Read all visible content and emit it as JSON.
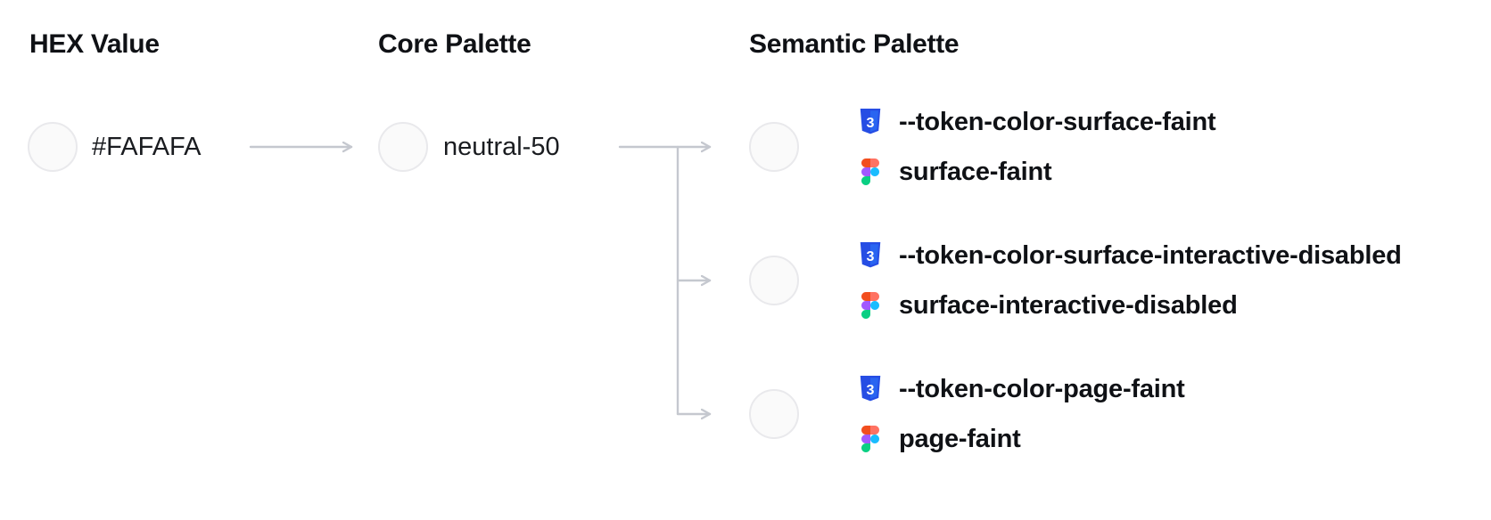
{
  "headers": {
    "hex": "HEX Value",
    "core": "Core Palette",
    "semantic": "Semantic Palette"
  },
  "hex": {
    "value": "#FAFAFA"
  },
  "core": {
    "name": "neutral-50"
  },
  "tokens": [
    {
      "css_var": "--token-color-surface-faint",
      "figma_style": "surface-faint"
    },
    {
      "css_var": "--token-color-surface-interactive-disabled",
      "figma_style": "surface-interactive-disabled"
    },
    {
      "css_var": "--token-color-page-faint",
      "figma_style": "page-faint"
    }
  ],
  "icons": {
    "css": "css3-shield-icon",
    "figma": "figma-logo-icon"
  },
  "colors": {
    "swatch_fill": "#FAFAFA",
    "swatch_border": "#E9E9EC",
    "arrow": "#C5C8CF",
    "text": "#0F1115",
    "css_icon_dark": "#264DE4",
    "css_icon_light": "#2965F1",
    "figma_red": "#F24E1E",
    "figma_orange": "#FF7262",
    "figma_purple": "#A259FF",
    "figma_blue": "#1ABCFE",
    "figma_green": "#0ACF83"
  }
}
